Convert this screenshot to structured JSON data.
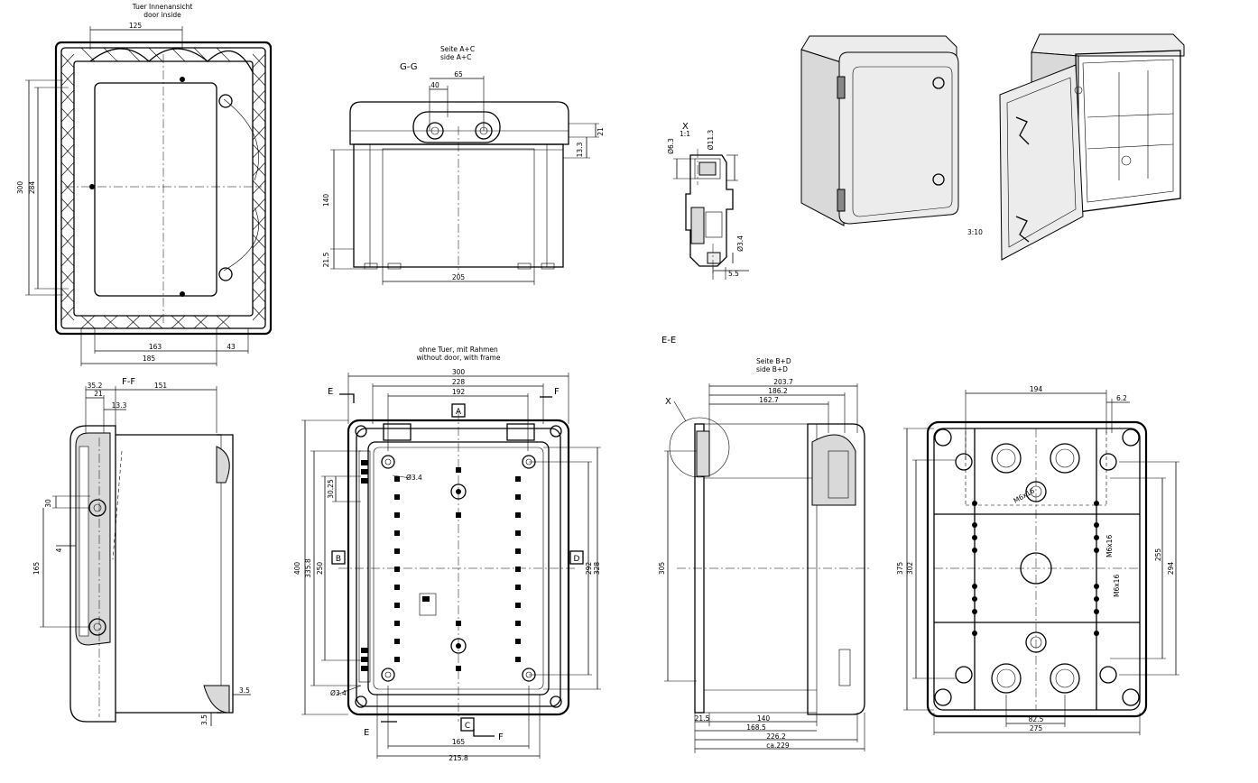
{
  "views": {
    "door_inside": {
      "title": [
        "Tuer Innenansicht",
        "door inside"
      ],
      "dims": [
        "125",
        "300",
        "284",
        "163",
        "43",
        "185"
      ]
    },
    "gg": {
      "section": "G-G",
      "side": [
        "Seite A+C",
        "side  A+C"
      ],
      "dims": [
        "40",
        "65",
        "21",
        "13.3",
        "140",
        "21.5",
        "205"
      ]
    },
    "detail_x": {
      "label": "X",
      "scale": "1:1",
      "dims": [
        "Ø6.3",
        "Ø11.3",
        "Ø3.4",
        "5.5"
      ]
    },
    "iso": {
      "scale": "3:10"
    },
    "ff": {
      "section": "F-F",
      "dims": [
        "35.2",
        "151",
        "21",
        "13.3",
        "30",
        "165",
        "4",
        "3.5",
        "3.5"
      ]
    },
    "frame": {
      "title": [
        "ohne Tuer, mit Rahmen",
        "without door, with frame"
      ],
      "dims": [
        "300",
        "228",
        "192",
        "Ø3.4",
        "30.25",
        "400",
        "335.8",
        "250",
        "292",
        "328",
        "Ø3.4",
        "165",
        "215.8"
      ],
      "markers": [
        "A",
        "B",
        "C",
        "D"
      ],
      "cuts": [
        "E",
        "F",
        "E",
        "F"
      ]
    },
    "ee": {
      "section": "E-E",
      "side": [
        "Seite B+D",
        "side  B+D"
      ],
      "detail_ref": "X",
      "dims": [
        "203.7",
        "186.2",
        "162.7",
        "305",
        "21.5",
        "140",
        "168.5",
        "226.2",
        "ca.229"
      ]
    },
    "bottom": {
      "dims": [
        "194",
        "6.2",
        "375",
        "302",
        "255",
        "294",
        "82.5",
        "275"
      ],
      "text": [
        "M6x16",
        "M6x16",
        "M6x16"
      ]
    }
  }
}
